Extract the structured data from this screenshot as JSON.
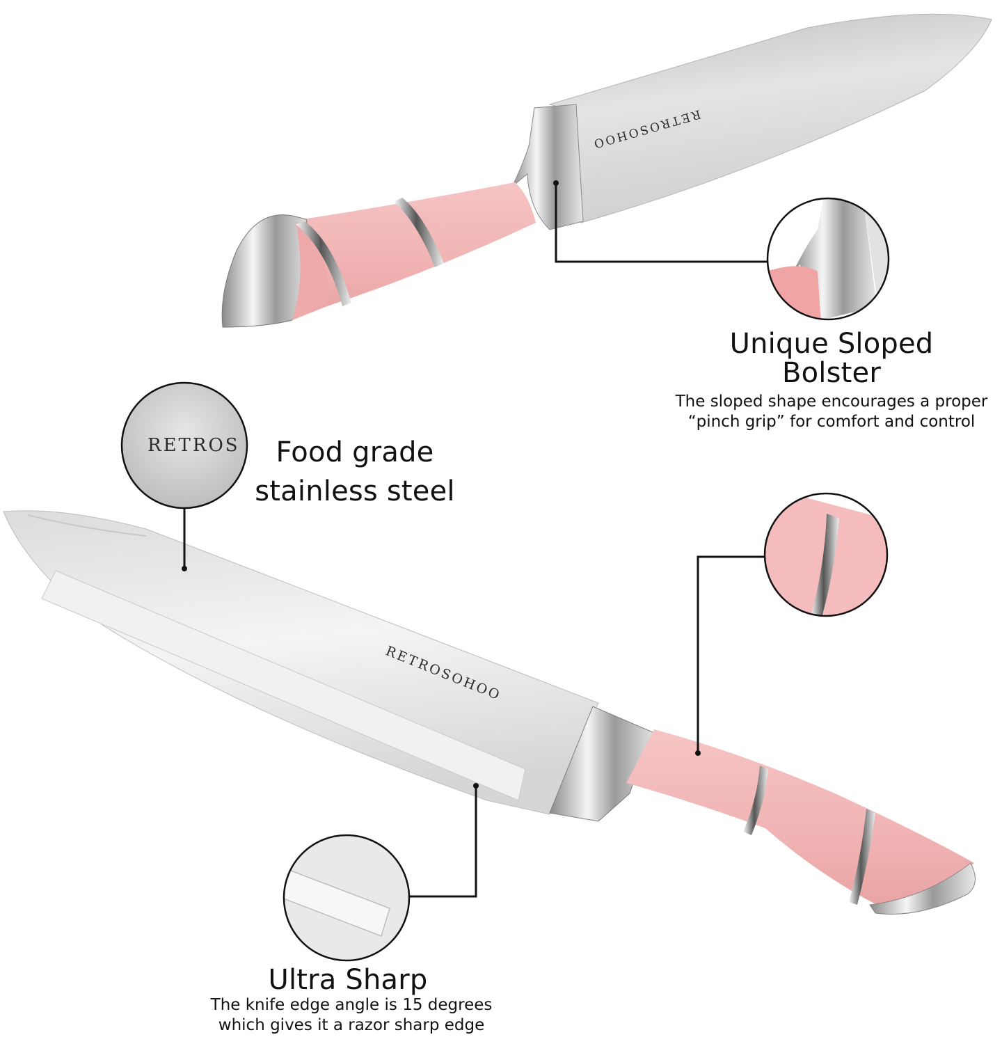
{
  "image": {
    "background": "#ffffff",
    "handle_color": "#f2b9b9",
    "steel_color": "#d9d9d9",
    "line_color": "#111111"
  },
  "top_knife": {
    "brand_engraving": "RETROSOHOO"
  },
  "bottom_knife": {
    "brand_engraving": "RETROSOHOO"
  },
  "features": {
    "bolster": {
      "title": "Unique Sloped Bolster",
      "title_line1": "Unique Sloped",
      "title_line2": "Bolster",
      "desc_line1": "The sloped shape encourages a proper",
      "desc_line2": "“pinch grip” for comfort and control",
      "icon": "bolster-closeup"
    },
    "steel": {
      "title_line1": "Food grade",
      "title_line2": "stainless steel",
      "badge_text": "RETROS",
      "icon": "steel-closeup"
    },
    "handle": {
      "icon": "handle-closeup"
    },
    "sharp": {
      "title": "Ultra Sharp",
      "desc_line1": "The knife edge angle is 15 degrees",
      "desc_line2": "which gives it a razor sharp edge",
      "icon": "edge-closeup"
    }
  }
}
